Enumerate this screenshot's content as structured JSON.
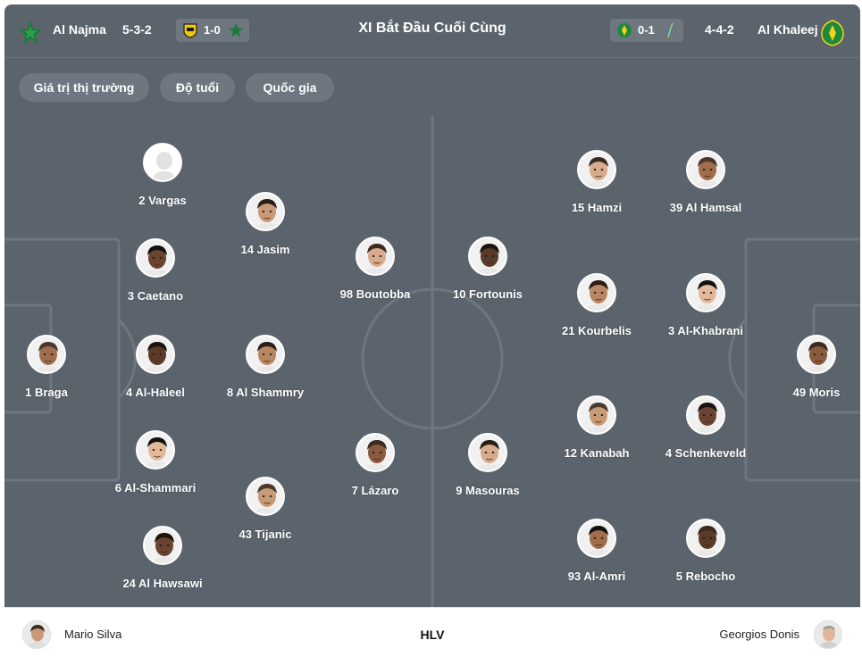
{
  "header": {
    "title": "XI Bắt Đầu Cuối Cùng",
    "home": {
      "name": "Al Najma",
      "formation": "5-3-2",
      "last_match_score": "1-0"
    },
    "away": {
      "name": "Al Khaleej",
      "formation": "4-4-2",
      "last_match_score": "0-1"
    }
  },
  "filters": [
    "Giá trị thị trường",
    "Độ tuổi",
    "Quốc gia"
  ],
  "colors": {
    "pitch": "#5b636d",
    "chip": "#6e7680",
    "najma_green": "#1e7a3c",
    "khaleej_green": "#1d8a3b",
    "khaleej_yellow": "#f3d21c"
  },
  "home_players": [
    {
      "name": "2 Vargas",
      "photo": "placeholder"
    },
    {
      "name": "14 Jasim",
      "photo": "face"
    },
    {
      "name": "3 Caetano",
      "photo": "face"
    },
    {
      "name": "98 Boutobba",
      "photo": "face"
    },
    {
      "name": "1 Braga",
      "photo": "face"
    },
    {
      "name": "4 Al-Haleel",
      "photo": "face"
    },
    {
      "name": "8 Al Shammry",
      "photo": "face"
    },
    {
      "name": "6 Al-Shammari",
      "photo": "face"
    },
    {
      "name": "7 Lázaro",
      "photo": "face"
    },
    {
      "name": "43 Tijanic",
      "photo": "face"
    },
    {
      "name": "24 Al Hawsawi",
      "photo": "face"
    }
  ],
  "away_players": [
    {
      "name": "15 Hamzi",
      "photo": "face"
    },
    {
      "name": "39 Al Hamsal",
      "photo": "face"
    },
    {
      "name": "10 Fortounis",
      "photo": "face"
    },
    {
      "name": "21 Kourbelis",
      "photo": "face"
    },
    {
      "name": "3 Al-Khabrani",
      "photo": "face"
    },
    {
      "name": "49 Moris",
      "photo": "face"
    },
    {
      "name": "12 Kanabah",
      "photo": "face"
    },
    {
      "name": "4 Schenkeveld",
      "photo": "face"
    },
    {
      "name": "9 Masouras",
      "photo": "face"
    },
    {
      "name": "93 Al-Amri",
      "photo": "face"
    },
    {
      "name": "5 Rebocho",
      "photo": "face"
    }
  ],
  "coaches": {
    "label": "HLV",
    "home": "Mario Silva",
    "away": "Georgios Donis"
  }
}
